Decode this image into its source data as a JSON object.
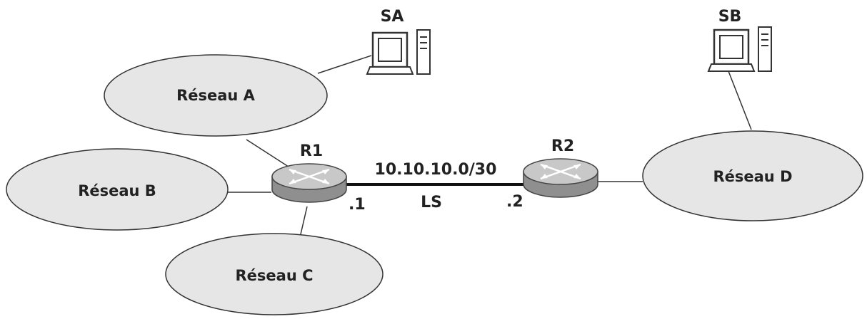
{
  "networks": {
    "a": "Réseau A",
    "b": "Réseau B",
    "c": "Réseau C",
    "d": "Réseau D"
  },
  "hosts": {
    "sa": "SA",
    "sb": "SB"
  },
  "routers": {
    "r1": "R1",
    "r2": "R2"
  },
  "link": {
    "subnet": "10.10.10.0/30",
    "name": "LS",
    "r1_interface": ".1",
    "r2_interface": ".2"
  },
  "colors": {
    "network_fill": "#e6e6e6",
    "line": "#333333",
    "router_body": "#8f8f8f",
    "router_top": "#c8c8c8"
  },
  "icons": {
    "router": "router-icon",
    "computer": "desktop-computer-icon"
  }
}
